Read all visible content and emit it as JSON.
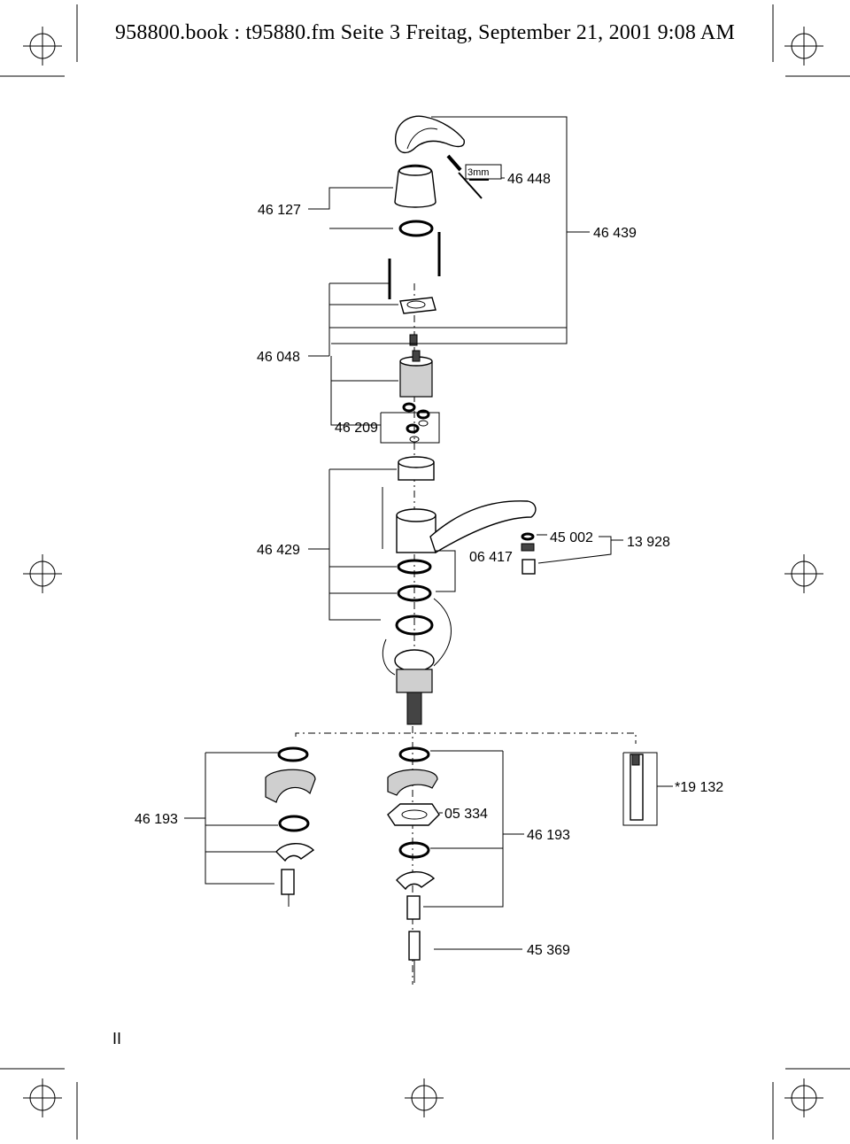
{
  "header": {
    "text": "958800.book : t95880.fm  Seite 3  Freitag, September 21, 2001  9:08 AM"
  },
  "diagram": {
    "tool_note": "3mm",
    "part_numbers": {
      "p46127": "46 127",
      "p46448": "46 448",
      "p46439": "46 439",
      "p46048": "46 048",
      "p46209": "46 209",
      "p46429": "46 429",
      "p06417": "06 417",
      "p45002": "45 002",
      "p13928": "13 928",
      "p46193_left": "46 193",
      "p05334": "05 334",
      "p46193_right": "46 193",
      "p19132": "*19 132",
      "p45369": "45 369"
    }
  },
  "footer": {
    "page": "II"
  }
}
